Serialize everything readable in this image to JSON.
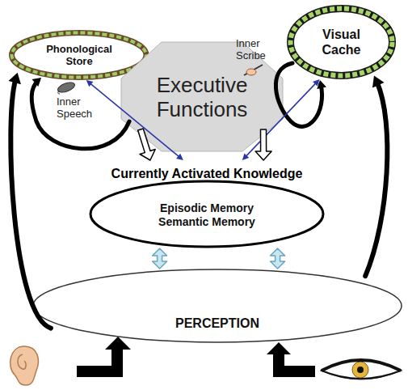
{
  "diagram": {
    "nodes": [
      {
        "text": [
          "Phonological Store"
        ]
      },
      {
        "text": [
          "Visual Cache"
        ]
      },
      {
        "text": [
          "Executive Functions"
        ]
      },
      {
        "text": [
          "Currently Activated Knowledge",
          "Episodic Memory",
          "Semantic Memory"
        ]
      },
      {
        "text": [
          "PERCEPTION"
        ]
      }
    ],
    "edges": [
      {
        "from": 0,
        "to": 3,
        "arrow": "both"
      },
      {
        "from": 1,
        "to": 3,
        "arrow": "both"
      },
      {
        "from": 2,
        "to": 3,
        "arrow": "to"
      },
      {
        "from": 2,
        "to": 3,
        "arrow": "to"
      },
      {
        "from": 3,
        "to": 4,
        "arrow": "both"
      },
      {
        "from": 3,
        "to": 4,
        "arrow": "both"
      },
      {
        "from": 4,
        "to": 0,
        "arrow": "to"
      },
      {
        "from": 4,
        "to": 1,
        "arrow": "to"
      }
    ],
    "labels": [
      "Inner Speech",
      "Inner Scribe"
    ]
  }
}
